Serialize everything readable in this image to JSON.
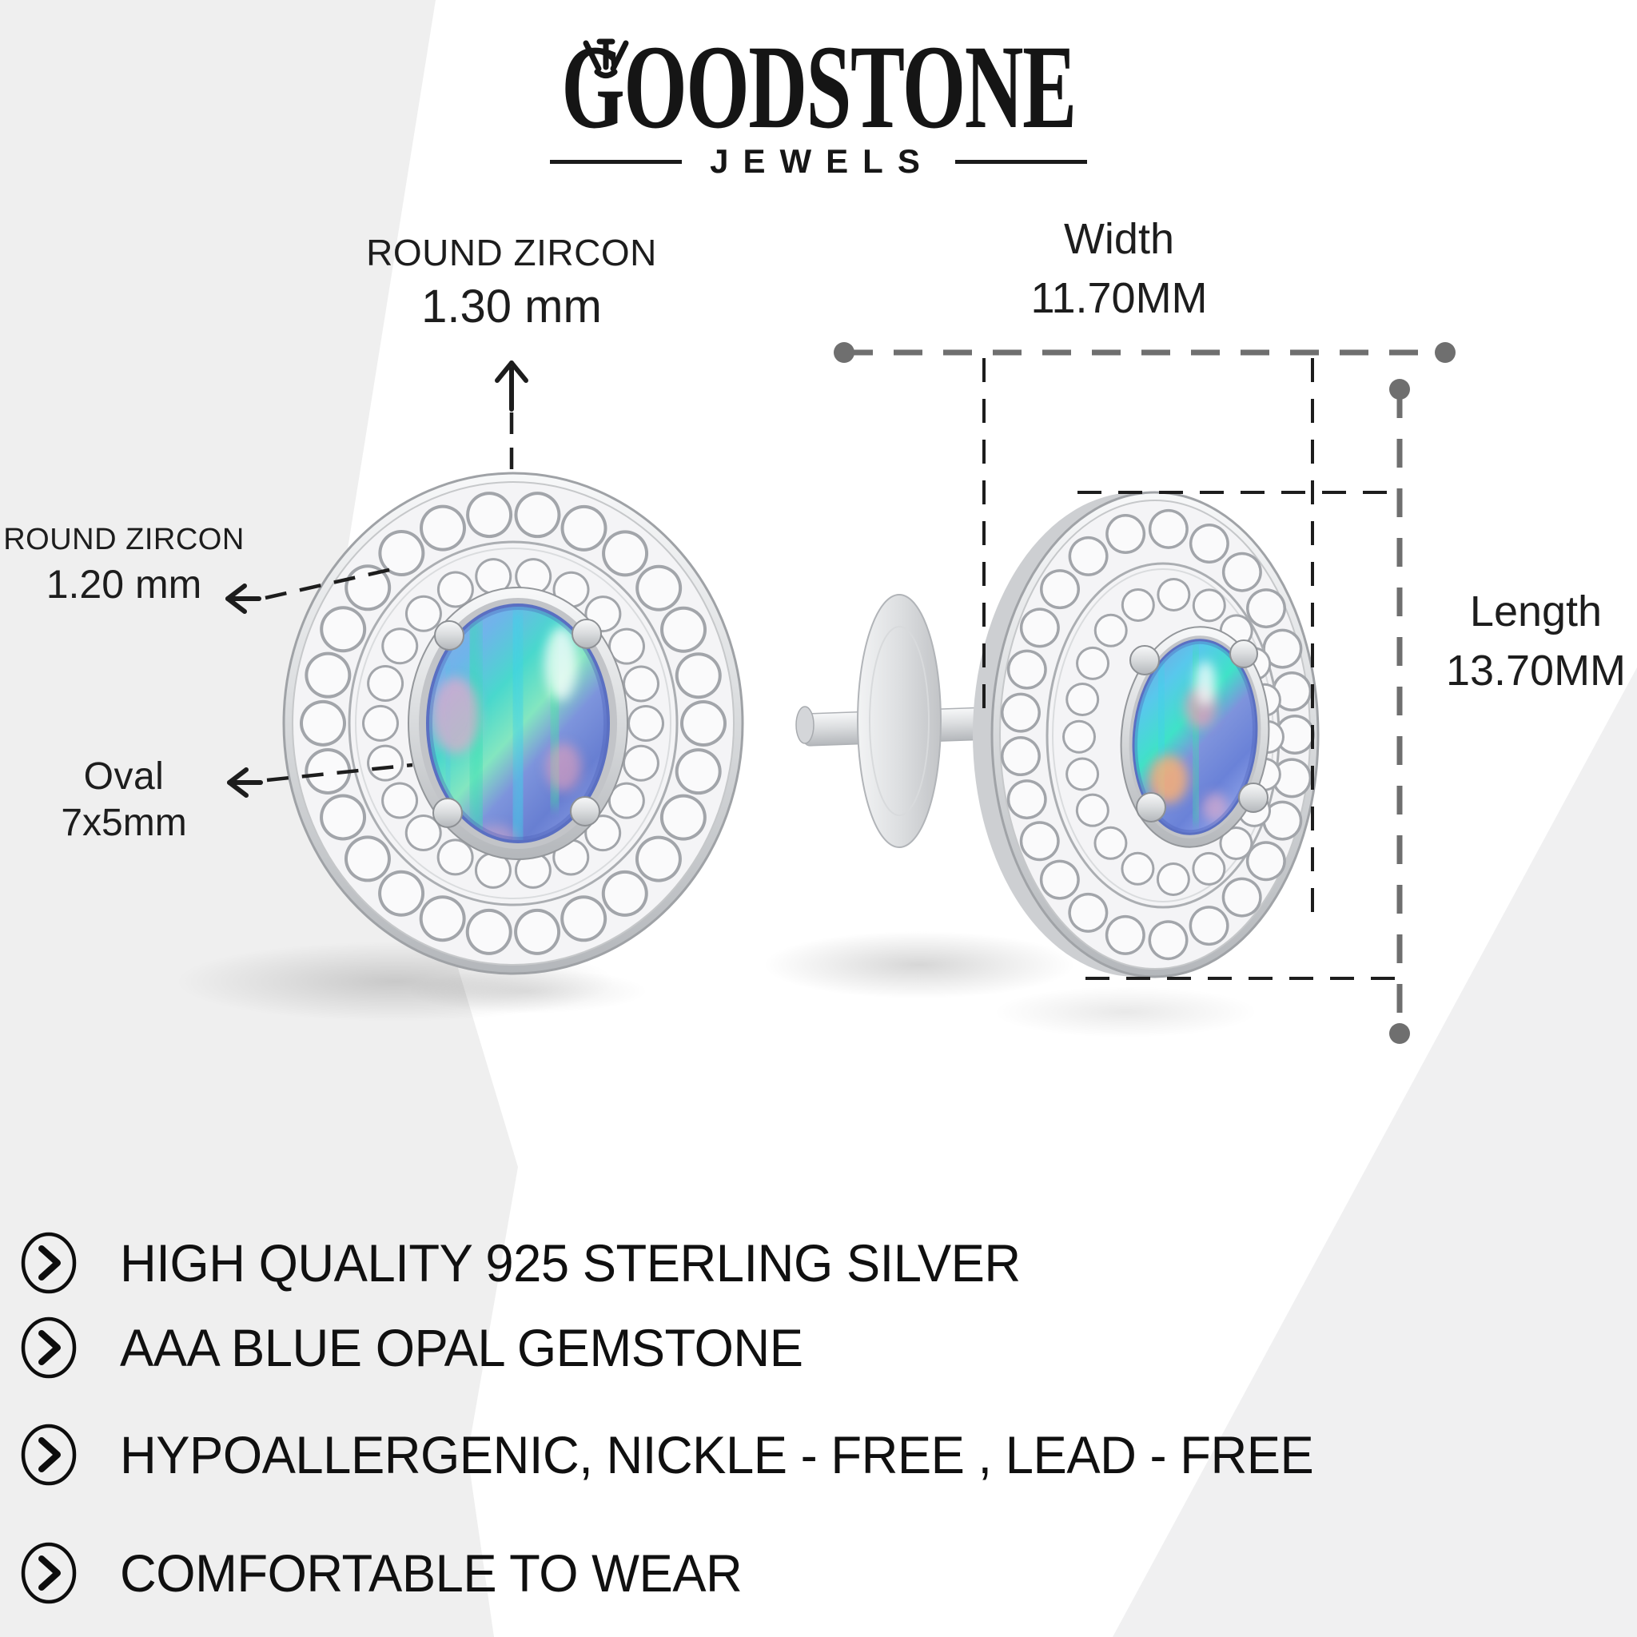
{
  "brand": {
    "name": "GOODSTONE",
    "tagline": "JEWELS"
  },
  "callouts": {
    "outer_halo": {
      "title": "ROUND ZIRCON",
      "value": "1.30 mm"
    },
    "inner_halo": {
      "title": "ROUND ZIRCON",
      "value": "1.20 mm"
    },
    "center_stone": {
      "title": "Oval",
      "value": "7x5mm"
    }
  },
  "dimensions": {
    "width": {
      "label": "Width",
      "value": "11.70MM"
    },
    "length": {
      "label": "Length",
      "value": "13.70MM"
    }
  },
  "features": [
    "HIGH QUALITY 925 STERLING SILVER",
    "AAA BLUE OPAL GEMSTONE",
    "HYPOALLERGENIC, NICKLE - FREE , LEAD - FREE",
    "COMFORTABLE TO WEAR"
  ],
  "icons": {
    "bullet": "chevron-right-circle-icon",
    "crown": "crown-icon",
    "up_arrow": "arrow-up-icon",
    "left_arrow": "arrow-left-icon"
  },
  "colors": {
    "text": "#1d1d1d",
    "dimension_line_gray": "#6f6f6f",
    "metal_silver": "#d9dadc",
    "opal_blue": "#6f86d6",
    "background_wedge": "#efefef"
  }
}
